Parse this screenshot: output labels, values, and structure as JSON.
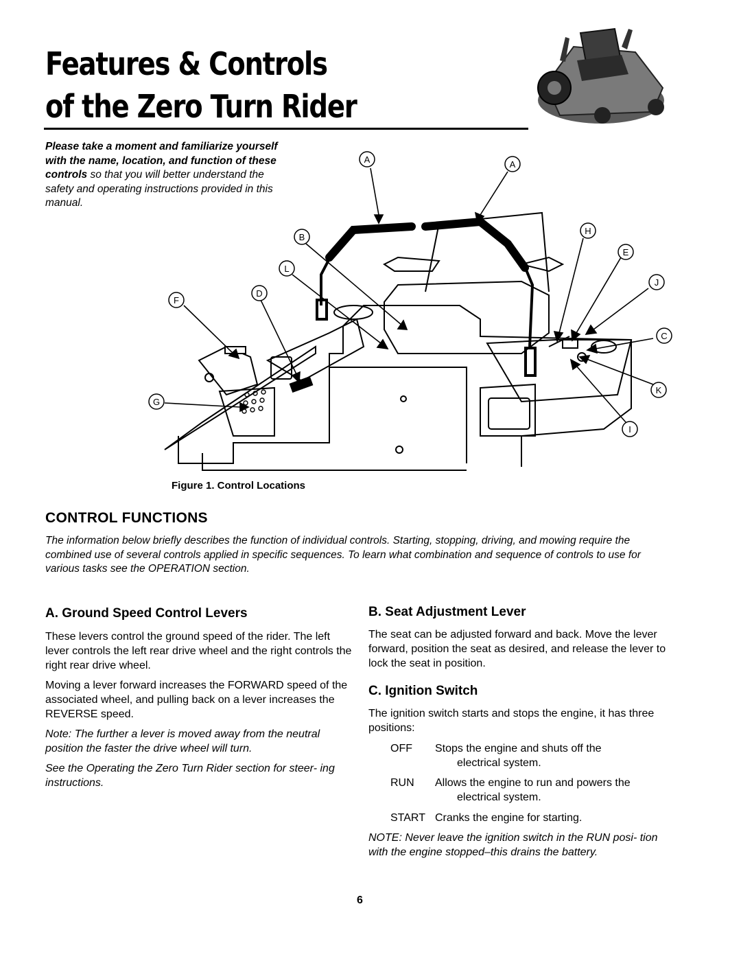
{
  "header": {
    "title_line1": "Features & Controls",
    "title_line2": "of the Zero Turn Rider"
  },
  "intro": {
    "bold": "Please take a moment and familiarize yourself with the name, location, and function of these controls",
    "rest": " so that you will better understand the safety and operating instructions provided in this manual."
  },
  "figure": {
    "caption": "Figure 1. Control Locations",
    "callouts": [
      "A",
      "A",
      "B",
      "H",
      "E",
      "L",
      "J",
      "F",
      "D",
      "C",
      "G",
      "K",
      "I"
    ]
  },
  "control_functions": {
    "heading": "CONTROL FUNCTIONS",
    "lead": "The information below briefly describes the function of individual controls.  Starting, stopping, driving, and mowing require the combined use of several controls applied in specific sequences. To learn what combination and sequence of controls to use for various tasks see the OPERATION section."
  },
  "section_a": {
    "heading": "A. Ground Speed Control Levers",
    "p1": "These levers control the ground speed of the rider. The left lever controls the left rear drive wheel and the right controls the right rear drive wheel.",
    "p2": "Moving a lever forward increases the FORWARD speed of the associated wheel, and pulling back on a lever increases the REVERSE speed.",
    "note": "Note: The further a lever is moved away from the neutral position the faster the drive wheel will turn.",
    "see": "See the Operating the Zero Turn Rider section for steer- ing instructions."
  },
  "section_b": {
    "heading": "B. Seat Adjustment Lever",
    "p1": "The seat can be adjusted forward and back. Move the lever forward, position the seat as desired, and release the lever to lock the seat in position."
  },
  "section_c": {
    "heading": "C. Ignition Switch",
    "p1": "The ignition switch starts and stops the engine, it has three positions:",
    "positions": [
      {
        "key": "OFF",
        "line1": "Stops the engine and shuts off the",
        "line2": "electrical system."
      },
      {
        "key": "RUN",
        "line1": "Allows the engine to run and powers the",
        "line2": "electrical system."
      },
      {
        "key": "START",
        "line1": "Cranks the engine for starting.",
        "line2": ""
      }
    ],
    "note": "NOTE: Never leave the ignition switch in the RUN posi- tion with the engine stopped–this drains the battery."
  },
  "footer": {
    "page_number": "6"
  }
}
